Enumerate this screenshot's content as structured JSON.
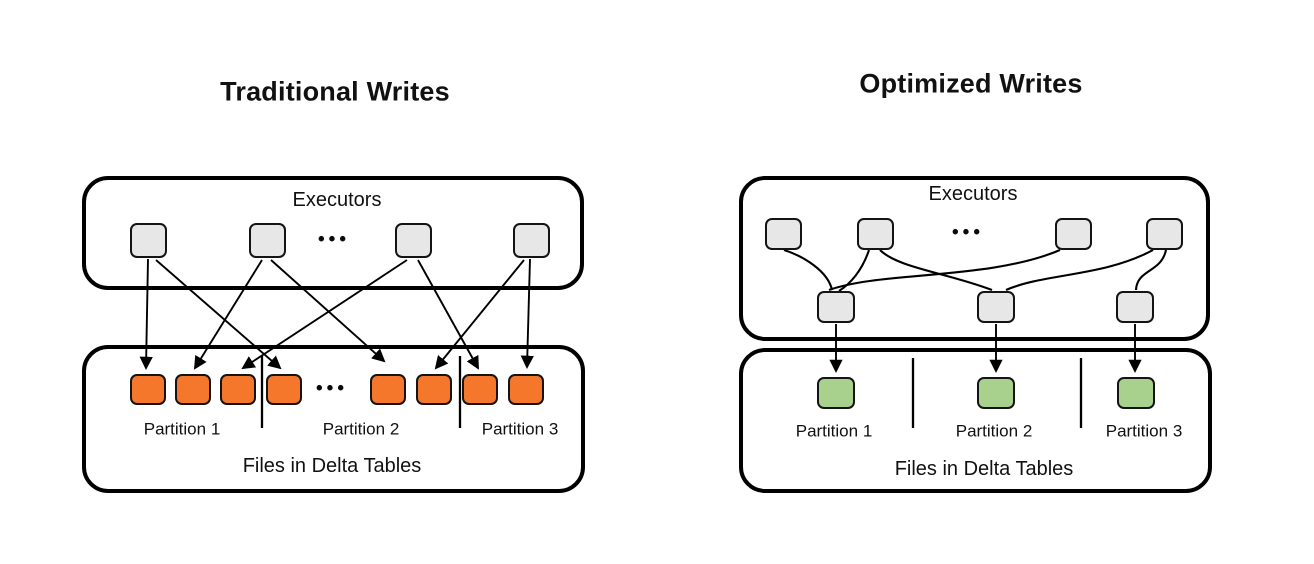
{
  "traditional": {
    "title": "Traditional Writes",
    "executors_label": "Executors",
    "executors_ellipsis": "•••",
    "files_ellipsis": "•••",
    "partitions": [
      "Partition 1",
      "Partition 2",
      "Partition 3"
    ],
    "files_label": "Files in Delta Tables"
  },
  "optimized": {
    "title": "Optimized Writes",
    "executors_label": "Executors",
    "executors_ellipsis": "•••",
    "partitions": [
      "Partition 1",
      "Partition 2",
      "Partition 3"
    ],
    "files_label": "Files in Delta Tables"
  },
  "colors": {
    "traditional_file": "#f4772b",
    "optimized_file": "#a9d18e",
    "executor_node": "#e8e7e7",
    "line": "#000000",
    "background": "#ffffff"
  }
}
